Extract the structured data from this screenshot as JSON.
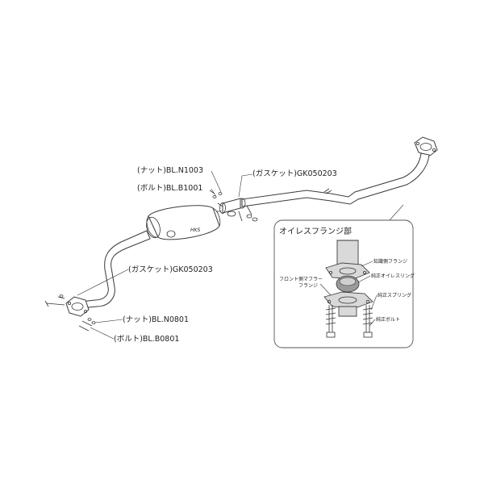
{
  "labels": {
    "nut_upper": "(ナット)BL.N1003",
    "bolt_upper": "(ボルト)BL.B1001",
    "gasket_upper": "(ガスケット)GK050203",
    "gasket_lower": "(ガスケット)GK050203",
    "nut_lower": "(ナット)BL.N0801",
    "bolt_lower": "(ボルト)BL.B0801"
  },
  "inset": {
    "title": "オイレスフランジ部",
    "callouts": {
      "collector_flange": "知識側フランジ",
      "front_muffler_flange_1": "フロント側マフラー",
      "front_muffler_flange_2": "フランジ",
      "oiles_ring": "純正オイレスリング",
      "spring": "純正スプリング",
      "bolt": "純正ボルト"
    }
  }
}
